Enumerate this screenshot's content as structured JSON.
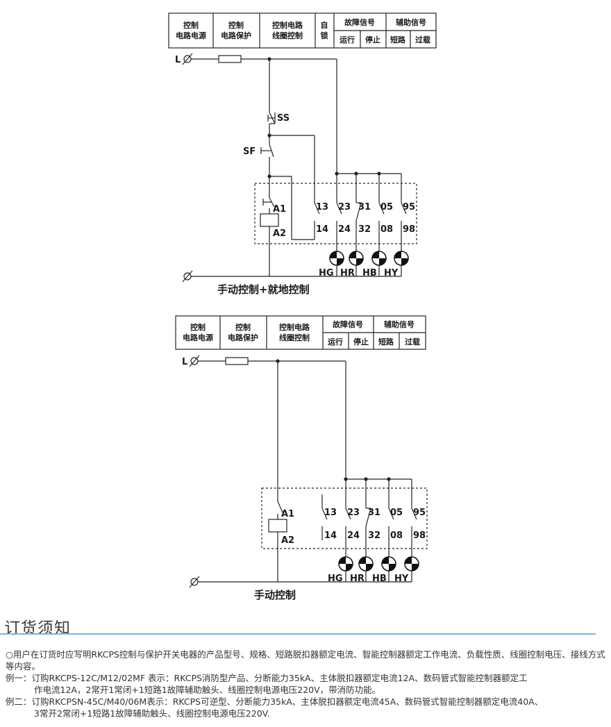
{
  "diagram1": {
    "header": {
      "col1_line1": "控制",
      "col1_line2": "电路电源",
      "col2_line1": "控制",
      "col2_line2": "电路保护",
      "col3_line1": "控制电路",
      "col3_line2": "线圈控制",
      "col4_line1": "自",
      "col4_line2": "锁",
      "fault_signal": "故障信号",
      "aux_signal": "辅助信号",
      "run": "运行",
      "stop": "停止",
      "short": "短路",
      "overload": "过载"
    },
    "line_label": "L",
    "switch_ss": "SS",
    "switch_sf": "SF",
    "coil_a1": "A1",
    "coil_a2": "A2",
    "terminals_top": [
      "13",
      "23",
      "31",
      "05",
      "95"
    ],
    "terminals_bottom": [
      "14",
      "24",
      "32",
      "08",
      "98"
    ],
    "lamps": [
      "HG",
      "HR",
      "HB",
      "HY"
    ],
    "caption": "手动控制+就地控制"
  },
  "diagram2": {
    "header": {
      "col1_line1": "控制",
      "col1_line2": "电路电源",
      "col2_line1": "控制",
      "col2_line2": "电路保护",
      "col3_line1": "控制电路",
      "col3_line2": "线圈控制",
      "fault_signal": "故障信号",
      "aux_signal": "辅助信号",
      "run": "运行",
      "stop": "停止",
      "short": "短路",
      "overload": "过载"
    },
    "line_label": "L",
    "coil_a1": "A1",
    "coil_a2": "A2",
    "terminals_top": [
      "13",
      "23",
      "31",
      "05",
      "95"
    ],
    "terminals_bottom": [
      "14",
      "24",
      "32",
      "08",
      "98"
    ],
    "lamps": [
      "HG",
      "HR",
      "HB",
      "HY"
    ],
    "caption": "手动控制"
  },
  "section_title": "订货须知",
  "notes": {
    "line1": "○用户在订货时应写明RKCPS控制与保护开关电器的产品型号、规格、短路脱扣器额定电流、智能控制器额定工作电流、负载性质、线圈控制电压、接线方式等内容。",
    "example1_a": "例一：订购RKCPS-12C/M12/02MF 表示：RKCPS消防型产品、分断能力35kA、主体脱扣器额定电流12A、数码管式智能控制器额定工",
    "example1_b": "作电流12A，2常开1常闭+1短路1故障辅助触头、线圈控制电源电压220V，带消防功能。",
    "example2_a": "例二：订购RKCPSN-45C/M40/06M表示：RKCPS可逆型、分断能力35kA、主体脱扣器额定电流45A、数码管式智能控制器额定电流40A、",
    "example2_b": "3常开2常闭+1短路1故障辅助触头、线圈控制电源电压220V."
  }
}
